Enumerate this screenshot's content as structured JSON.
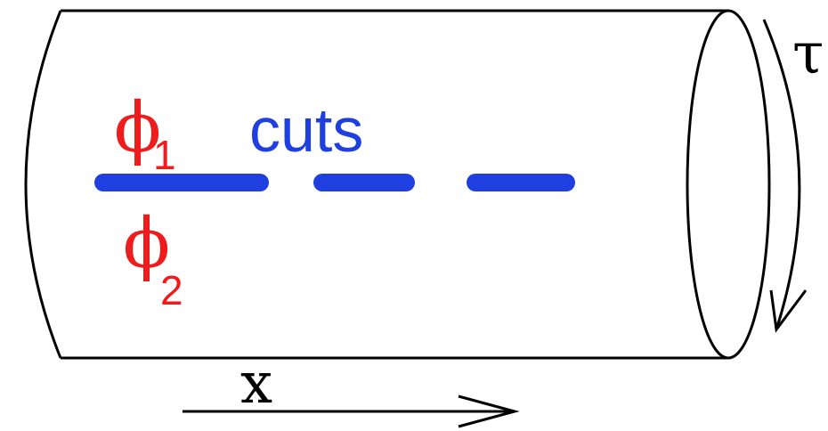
{
  "labels": {
    "tau": "τ",
    "phi1_symbol": "ϕ",
    "phi1_subscript": "1",
    "phi2_symbol": "ϕ",
    "phi2_subscript": "2",
    "cuts": "cuts",
    "x": "x"
  },
  "colors": {
    "outline": "#000000",
    "cuts": "#1f3fe0",
    "phi_labels": "#ee1c1c",
    "background": "#ffffff"
  },
  "cuts_segment_count": 3
}
